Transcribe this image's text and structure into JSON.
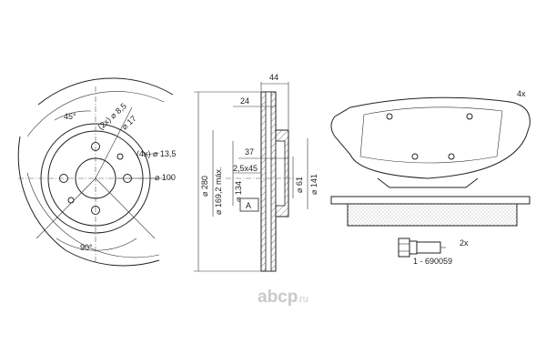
{
  "disc_front": {
    "angle_top": "45°",
    "angle_bottom": "90°",
    "hole_small": "(2x) ⌀ 8,5",
    "hole_mid": "⌀ 17",
    "hole_bolt": "(4x) ⌀ 13,5",
    "bolt_circle": "⌀ 100"
  },
  "disc_section": {
    "width_total": "44",
    "width_inner": "24",
    "depth": "37",
    "chamfer": "2,5x45",
    "dia_outer": "⌀ 280",
    "dia_max": "⌀ 169,2 máx.",
    "dia_hub": "⌀ 134",
    "dia_center": "⌀ 61",
    "dia_141": "⌀ 141",
    "section_label": "A"
  },
  "pads": {
    "count": "4x"
  },
  "bolt": {
    "count": "2x",
    "part_number": "1 - 690059"
  },
  "logo": {
    "name": "abcp",
    "suffix": ".ru"
  }
}
